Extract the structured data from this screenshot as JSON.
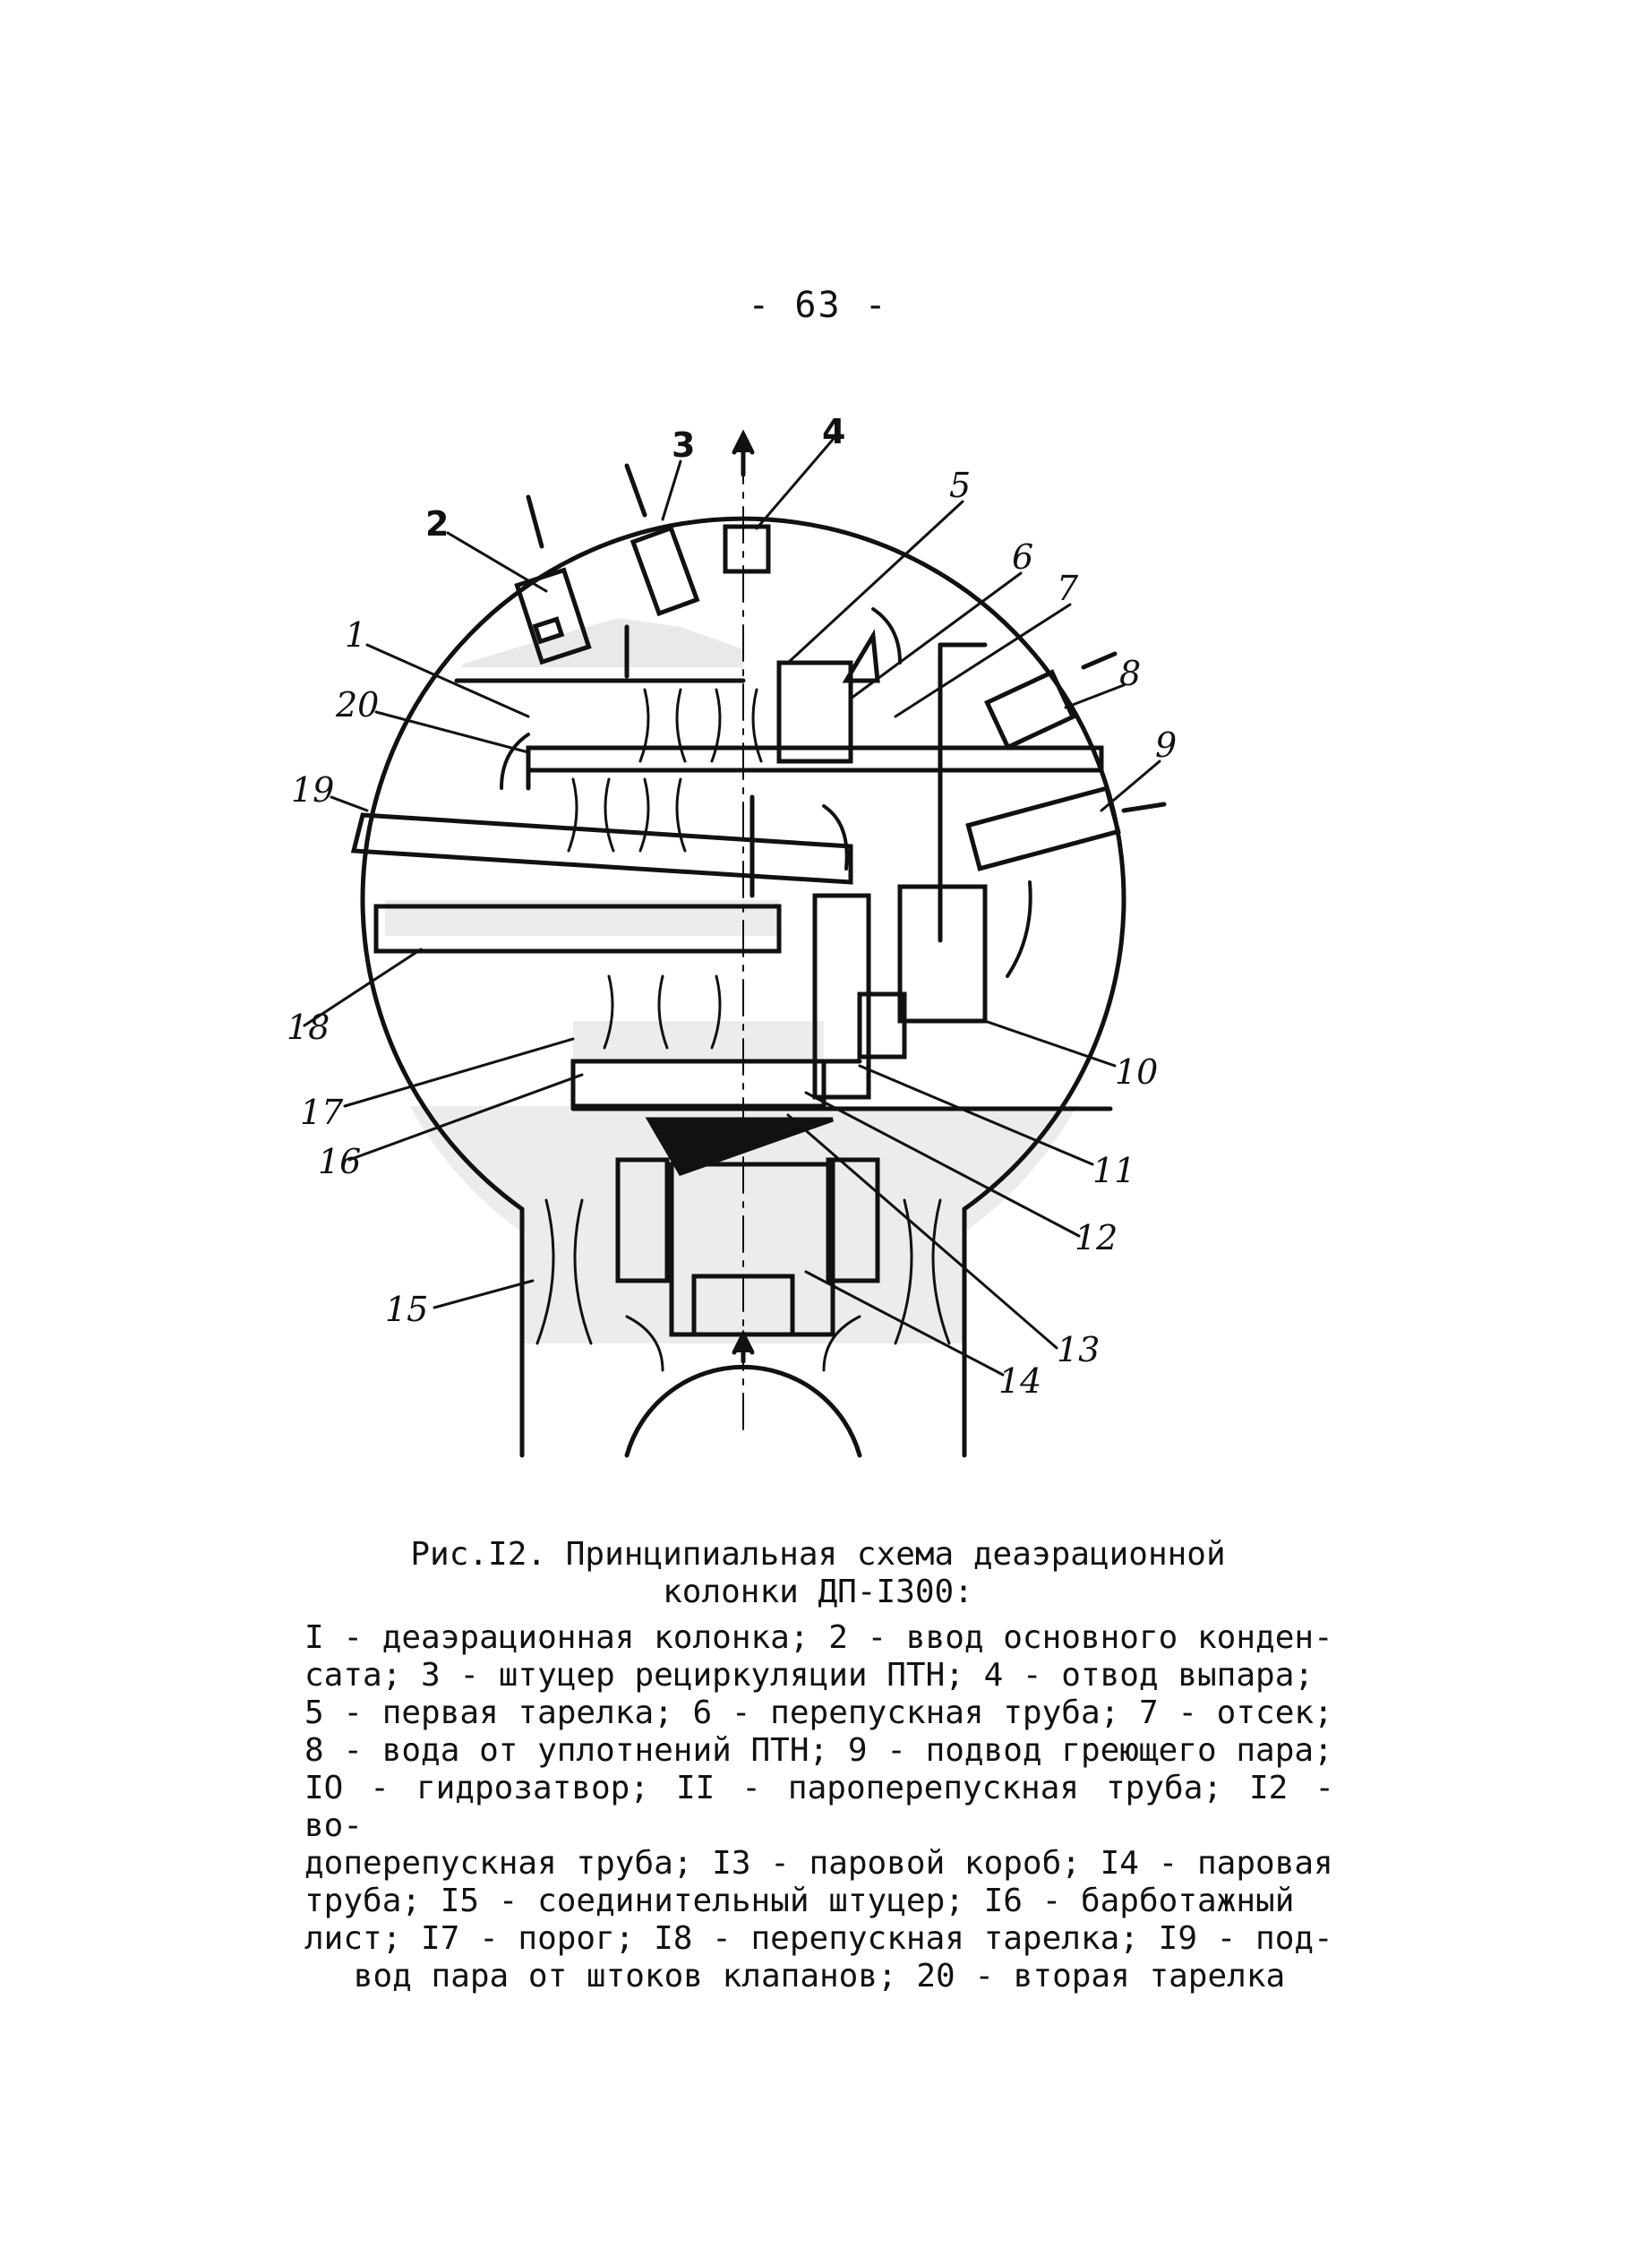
{
  "page_number": "- 63 -",
  "figure": {
    "callouts": [
      "1",
      "2",
      "3",
      "4",
      "5",
      "6",
      "7",
      "8",
      "9",
      "10",
      "11",
      "12",
      "13",
      "14",
      "15",
      "16",
      "17",
      "18",
      "19",
      "20"
    ]
  },
  "caption": {
    "line1": "Рис.I2. Принципиальная схема деаэрационной",
    "line2": "колонки ДП-I300:"
  },
  "legend_lines": [
    "I - деаэрационная колонка; 2 - ввод основного конден-",
    "сата; 3 - штуцер рециркуляции ПТН; 4 - отвод выпара;",
    "5 - первая тарелка; 6 - перепускная труба; 7 - отсек;",
    "8 - вода от уплотнений ПТН; 9 - подвод греющего пара;",
    "IO - гидрозатвор; II - пароперепускная труба; I2 - во-",
    "доперепускная труба; I3 - паровой короб; I4 - паровая",
    "труба; I5 - соединительный штуцер; I6 - барботажный",
    "лист; I7 - порог; I8 - перепускная тарелка; I9 - под-",
    "вод пара от штоков клапанов; 20 - вторая тарелка"
  ]
}
